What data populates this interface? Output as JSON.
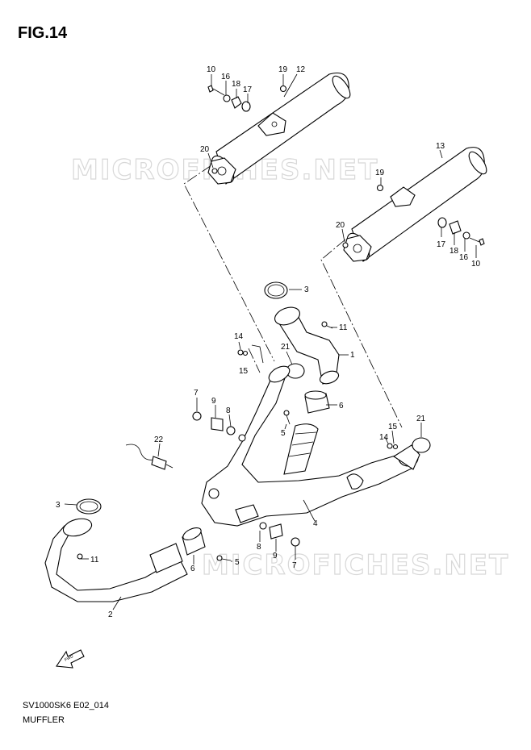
{
  "figure": {
    "title": "FIG.14"
  },
  "watermark": "MICROFICHES.NET",
  "footer": {
    "model_code": "SV1000SK6 E02_014",
    "name": "MUFFLER"
  },
  "fwd_label": "FWD",
  "callouts": [
    {
      "id": "c10a",
      "label": "10"
    },
    {
      "id": "c16a",
      "label": "16"
    },
    {
      "id": "c18a",
      "label": "18"
    },
    {
      "id": "c17a",
      "label": "17"
    },
    {
      "id": "c19a",
      "label": "19"
    },
    {
      "id": "c12",
      "label": "12"
    },
    {
      "id": "c20a",
      "label": "20"
    },
    {
      "id": "c13",
      "label": "13"
    },
    {
      "id": "c19b",
      "label": "19"
    },
    {
      "id": "c20b",
      "label": "20"
    },
    {
      "id": "c17b",
      "label": "17"
    },
    {
      "id": "c18b",
      "label": "18"
    },
    {
      "id": "c16b",
      "label": "16"
    },
    {
      "id": "c10b",
      "label": "10"
    },
    {
      "id": "c3a",
      "label": "3"
    },
    {
      "id": "c11a",
      "label": "11"
    },
    {
      "id": "c14a",
      "label": "14"
    },
    {
      "id": "c15a",
      "label": "15"
    },
    {
      "id": "c21a",
      "label": "21"
    },
    {
      "id": "c1",
      "label": "1"
    },
    {
      "id": "c6a",
      "label": "6"
    },
    {
      "id": "c7a",
      "label": "7"
    },
    {
      "id": "c9a",
      "label": "9"
    },
    {
      "id": "c8a",
      "label": "8"
    },
    {
      "id": "c5a",
      "label": "5"
    },
    {
      "id": "c15b",
      "label": "15"
    },
    {
      "id": "c14b",
      "label": "14"
    },
    {
      "id": "c21b",
      "label": "21"
    },
    {
      "id": "c22",
      "label": "22"
    },
    {
      "id": "c3b",
      "label": "3"
    },
    {
      "id": "c4",
      "label": "4"
    },
    {
      "id": "c11b",
      "label": "11"
    },
    {
      "id": "c8b",
      "label": "8"
    },
    {
      "id": "c9b",
      "label": "9"
    },
    {
      "id": "c7b",
      "label": "7"
    },
    {
      "id": "c5b",
      "label": "5"
    },
    {
      "id": "c6b",
      "label": "6"
    },
    {
      "id": "c2",
      "label": "2"
    }
  ]
}
